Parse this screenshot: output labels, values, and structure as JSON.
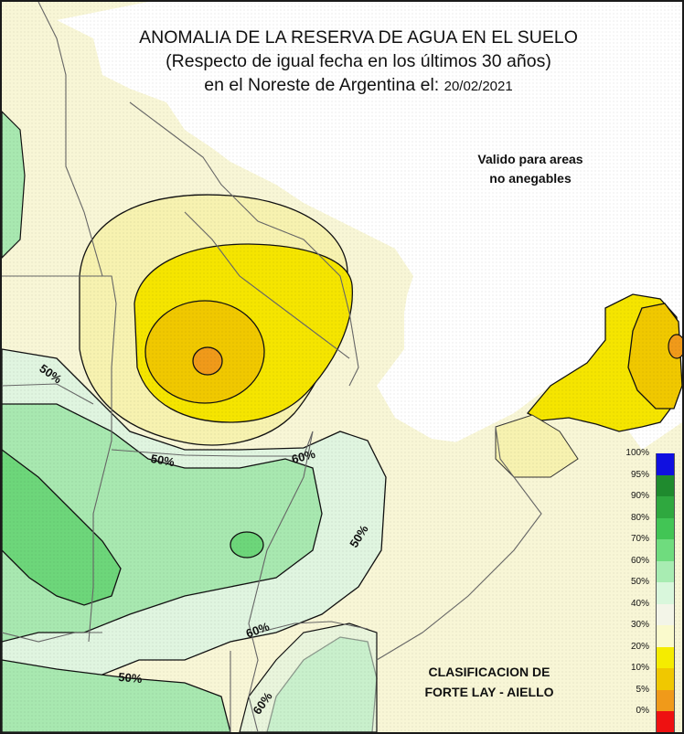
{
  "title": {
    "line1": "ANOMALIA DE LA RESERVA DE AGUA EN EL SUELO",
    "line2": "(Respecto de igual fecha en los últimos 30 años)",
    "line3_prefix": "en el Noreste de Argentina el:",
    "date": "20/02/2021"
  },
  "validity_note": {
    "line1": "Valido para areas",
    "line2": "no anegables"
  },
  "classification_note": {
    "line1": "CLASIFICACION DE",
    "line2": "FORTE LAY - AIELLO"
  },
  "contour_labels": [
    "50%",
    "50%",
    "60%",
    "50%",
    "60%",
    "50%",
    "60%"
  ],
  "legend": {
    "items": [
      {
        "label": "100%",
        "color": "#1010e0"
      },
      {
        "label": "95%",
        "color": "#1f8a2e"
      },
      {
        "label": "90%",
        "color": "#2fa83f"
      },
      {
        "label": "80%",
        "color": "#42c555"
      },
      {
        "label": "70%",
        "color": "#6fdc7e"
      },
      {
        "label": "60%",
        "color": "#a8ecb2"
      },
      {
        "label": "50%",
        "color": "#d9f7dc"
      },
      {
        "label": "40%",
        "color": "#f3f5e8"
      },
      {
        "label": "30%",
        "color": "#fafacc"
      },
      {
        "label": "20%",
        "color": "#f5ec00"
      },
      {
        "label": "10%",
        "color": "#f0c800"
      },
      {
        "label": "5%",
        "color": "#f09a1a"
      },
      {
        "label": "0%",
        "color": "#ee1111"
      }
    ]
  },
  "colors": {
    "cream": "#f8f6d6",
    "pale_yellow": "#f7f2b0",
    "yellow": "#f5e500",
    "gold": "#f0c800",
    "orange": "#f09a1a",
    "green_pale": "#e0f5e0",
    "green_light": "#a8e8b0",
    "green": "#6dd67a"
  }
}
